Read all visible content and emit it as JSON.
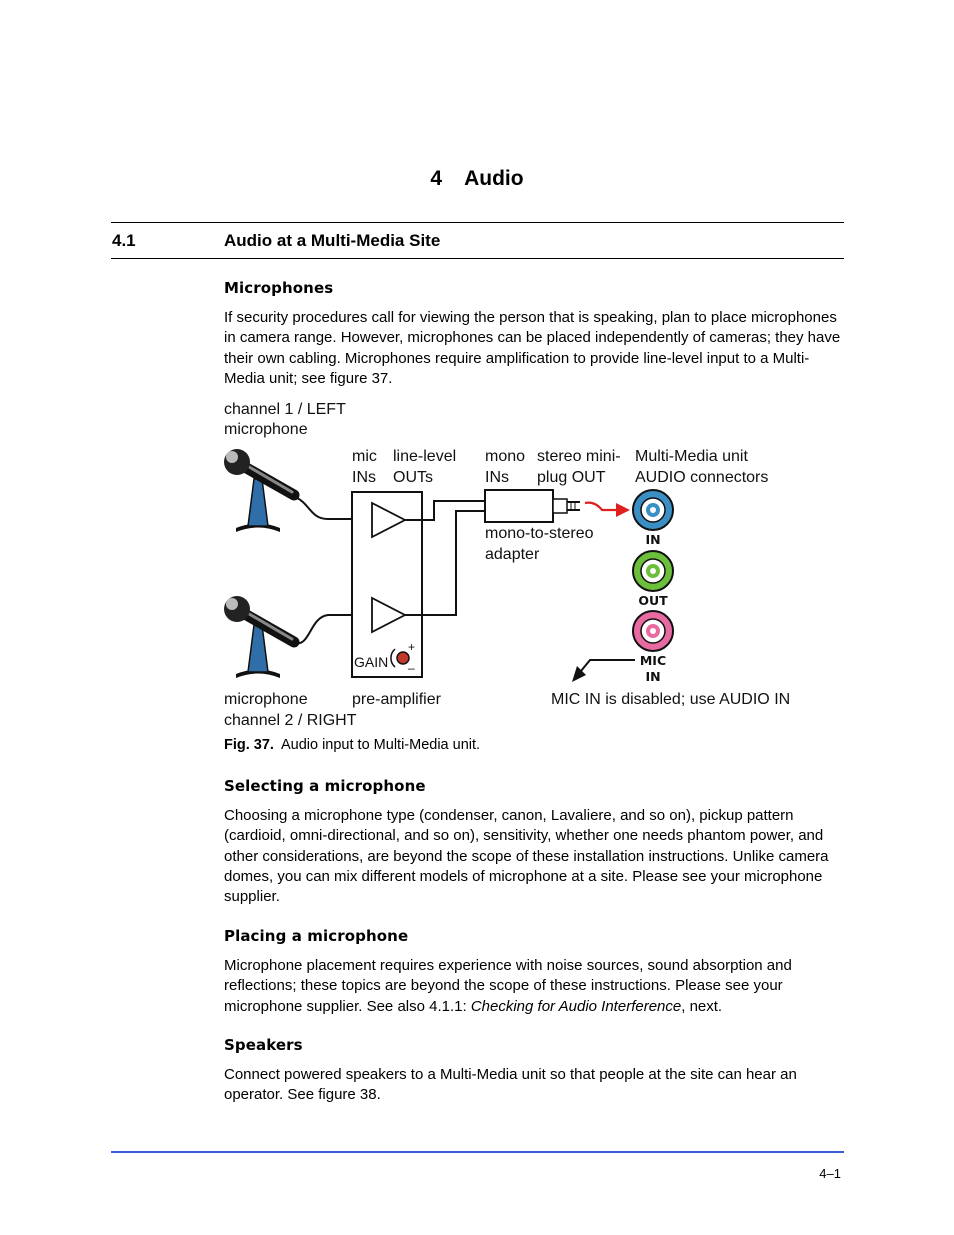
{
  "chapter": {
    "number": "4",
    "title": "Audio"
  },
  "section": {
    "number": "4.1",
    "title": "Audio at a Multi-Media Site"
  },
  "microphones": {
    "heading": "Microphones",
    "body": "If security procedures call for viewing the person that is speaking, plan to place microphones in camera range. However, microphones can be placed independently of cameras; they have their own cabling. Microphones require amplification to provide line-level input to a Multi-Media unit; see figure 37."
  },
  "figure": {
    "labels": {
      "channel1_line1": "channel 1 / LEFT",
      "channel1_line2": "microphone",
      "mic_ins_line1": "mic",
      "mic_ins_line2": "INs",
      "line_outs_line1": "line-level",
      "line_outs_line2": "OUTs",
      "mono_ins_line1": "mono",
      "mono_ins_line2": "INs",
      "stereo_line1": "stereo mini-",
      "stereo_line2": "plug OUT",
      "unit_line1": "Multi-Media unit",
      "unit_line2": "AUDIO connectors",
      "adapter_line1": "mono-to-stereo",
      "adapter_line2": "adapter",
      "gain": "GAIN",
      "gain_plus": "+",
      "gain_minus": "–",
      "conn_in": "IN",
      "conn_out": "OUT",
      "conn_mic_line1": "MIC",
      "conn_mic_line2": "IN",
      "micin_disabled": "MIC IN is disabled; use AUDIO IN",
      "microphone_bottom": "microphone",
      "channel2": "channel 2 / RIGHT",
      "preamp": "pre-amplifier"
    },
    "colors": {
      "in_connector": "#3a8fc4",
      "out_connector": "#6cbf3a",
      "mic_connector": "#e86aa0",
      "arrow": "#e02020",
      "stand": "#2f6ea8"
    },
    "caption_label": "Fig. 37.",
    "caption_text": "Audio input to Multi-Media unit."
  },
  "selecting": {
    "heading": "Selecting a microphone",
    "body": "Choosing a microphone type (condenser, canon, Lavaliere, and so on), pickup pattern (cardioid, omni-directional, and so on), sensitivity, whether one needs phantom power, and other considerations, are beyond the scope of these installation instructions. Unlike camera domes, you can mix different models of microphone at a site. Please see your microphone supplier."
  },
  "placing": {
    "heading": "Placing a microphone",
    "body_before": "Microphone placement requires experience with noise sources, sound absorption and reflections; these topics are beyond the scope of these instructions. Please see your microphone supplier. See also 4.1.1: ",
    "body_italic": "Checking for Audio Interference",
    "body_after": ", next."
  },
  "speakers": {
    "heading": "Speakers",
    "body": "Connect powered speakers to a Multi-Media unit so that people at the site can hear an operator. See figure 38."
  },
  "footer": {
    "page_number": "4–1",
    "rule_color": "#3b5fd6"
  }
}
